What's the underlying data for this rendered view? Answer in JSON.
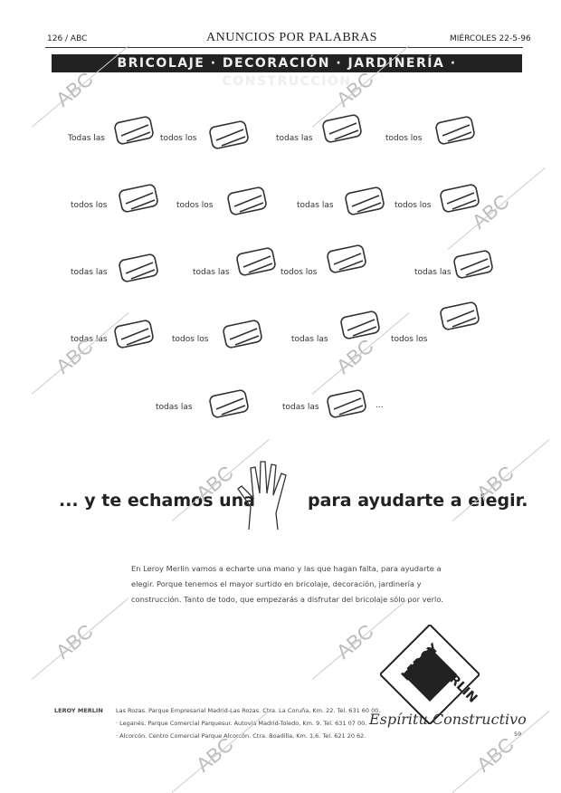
{
  "header": {
    "page": "126 / ABC",
    "section": "ANUNCIOS POR PALABRAS",
    "date": "MIÉRCOLES 22-5-96"
  },
  "banner": "BRICOLAJE · DECORACIÓN · JARDINERÍA · CONSTRUCCIÓN",
  "grid": [
    {
      "label": "Todas las",
      "icon": "light-bulb-icon"
    },
    {
      "label": "todos los",
      "icon": "bathtub-icon"
    },
    {
      "label": "todas las",
      "icon": "paint-brush-icon"
    },
    {
      "label": "todos los",
      "icon": "paint-pots-icon"
    },
    {
      "label": "todos los",
      "icon": "electric-plug-icon"
    },
    {
      "label": "todos los",
      "icon": "brick-icon"
    },
    {
      "label": "todas las",
      "icon": "trowel-icon"
    },
    {
      "label": "todos los",
      "icon": "wrench-icon"
    },
    {
      "label": "todas las",
      "icon": "rug-icon"
    },
    {
      "label": "todas las",
      "icon": "table-lamp-icon"
    },
    {
      "label": "todos los",
      "icon": "lawn-mower-icon"
    },
    {
      "label": "todas las",
      "icon": "drill-icon"
    },
    {
      "label": "todas las",
      "icon": "faucet-icon"
    },
    {
      "label": "todos los",
      "icon": "paint-roller-icon"
    },
    {
      "label": "todas las",
      "icon": "door-icon"
    },
    {
      "label": "todos los",
      "icon": "hammer-icon"
    },
    {
      "label": "todas las",
      "icon": "floor-tiles-icon"
    },
    {
      "label": "todas las",
      "icon": "nut-icon",
      "suffix": "..."
    }
  ],
  "tagline": {
    "left": "... y te echamos una",
    "right": "para ayudarte a elegir."
  },
  "body": "En Leroy Merlin vamos a echarte una mano y las que hagan falta, para ayudarte a elegir. Porque tenemos el mayor surtido en bricolaje, decoración, jardinería y construcción. Tanto de todo, que empezarás a disfrutar del bricolaje sólo por verlo.",
  "footer": {
    "brand": "LEROY MERLIN",
    "lines": [
      "Las Rozas. Parque Empresarial Madrid-Las Rozas. Ctra. La Coruña, Km. 22. Tel. 631 60 00.",
      "· Leganés. Parque Comercial Parquesur. Autovía Madrid-Toledo, Km. 9. Tel. 631 07 00.",
      "· Alcorcón. Centro Comercial Parque Alcorcón. Ctra. Boadilla, Km. 1,6. Tel. 621 20 62."
    ],
    "page_ref": "59"
  },
  "logo": {
    "word1": "LEROY",
    "word2": "MERLIN",
    "slogan": "Espíritu Constructivo"
  },
  "watermark": "ABC"
}
